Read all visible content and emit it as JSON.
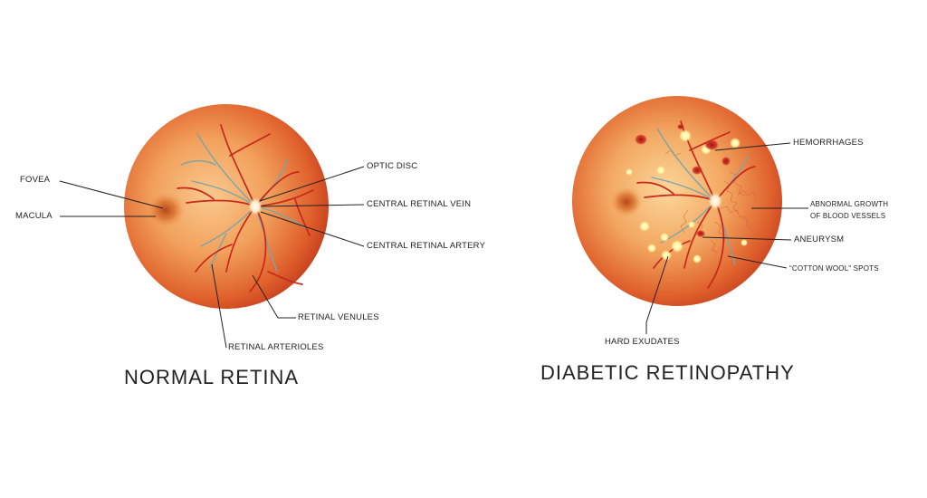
{
  "normal": {
    "title": "NORMAL RETINA",
    "labels": {
      "fovea": "FOVEA",
      "macula": "MACULA",
      "optic_disc": "OPTIC DISC",
      "central_retinal_vein": "CENTRAL RETINAL VEIN",
      "central_retinal_artery": "CENTRAL RETINAL ARTERY",
      "retinal_venules": "RETINAL VENULES",
      "retinal_arterioles": "RETINAL ARTERIOLES"
    }
  },
  "diabetic": {
    "title": "DIABETIC RETINOPATHY",
    "labels": {
      "hemorrhages": "HEMORRHAGES",
      "abnormal_growth_line1": "ABNORMAL GROWTH",
      "abnormal_growth_line2": "OF BLOOD VESSELS",
      "aneurysm": "ANEURYSM",
      "cotton_wool": "“COTTON WOOL” SPOTS",
      "hard_exudates": "HARD EXUDATES"
    }
  },
  "colors": {
    "retina_center": "#f7b97a",
    "retina_mid": "#e8723a",
    "retina_edge": "#c93a1c",
    "artery": "#c8281c",
    "vein": "#7fa3a8",
    "exudate": "#fff176",
    "hemorrhage": "#b3121b"
  }
}
